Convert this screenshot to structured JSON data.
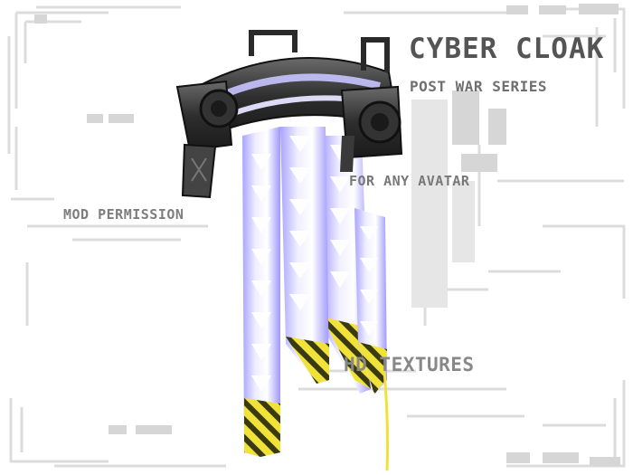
{
  "product": {
    "title": "CYBER CLOAK",
    "series": "POST WAR SERIES"
  },
  "features": {
    "avatar": "FOR  ANY AVATAR",
    "permission": "MOD PERMISSION",
    "textures": "HD TEXTURES"
  },
  "colors": {
    "background": "#ffffff",
    "frame_lines": "#dcdcdc",
    "glow": "#b8b4ff",
    "stripe_yellow": "#f0e12a",
    "metal": "#2e2e2e"
  },
  "icons": {
    "cloak": "cyber-cloak-render"
  }
}
